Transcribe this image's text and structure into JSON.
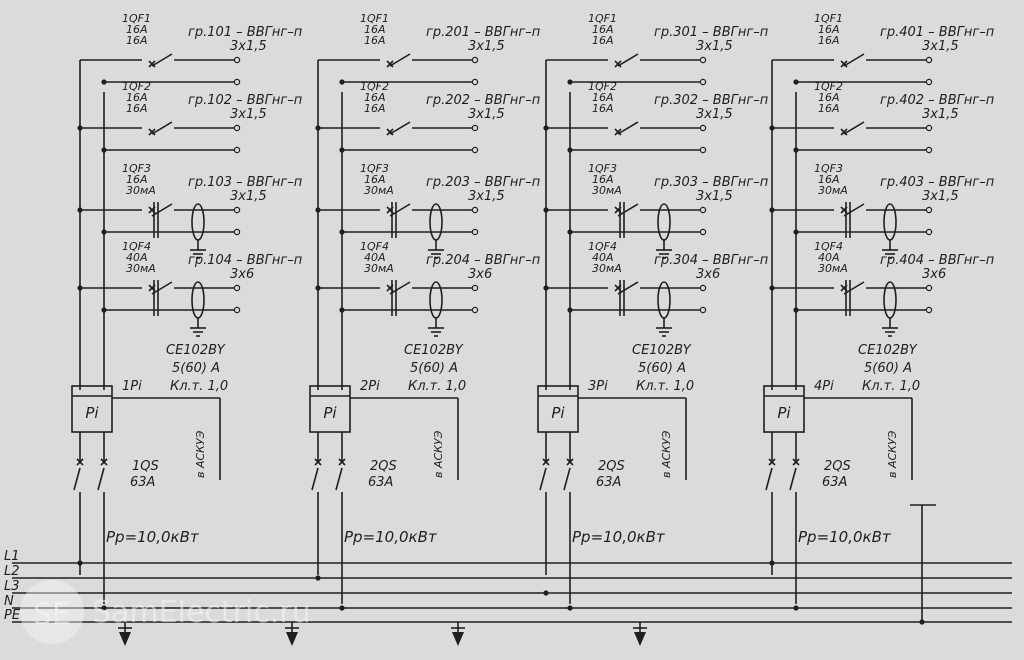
{
  "buses": [
    "L1",
    "L2",
    "L3",
    "N",
    "PE"
  ],
  "watermark": {
    "logo": "SE",
    "text": "SamElectric.ru"
  },
  "panels": [
    {
      "id": "1",
      "meter": {
        "model": "CE102BY",
        "rating": "5(60) A",
        "label": "1Pi",
        "class": "Кл.т. 1,0",
        "symbol": "Pi",
        "askue": "в АСКУЭ"
      },
      "main_switch": {
        "id": "1QS",
        "rating": "63A"
      },
      "power": "Рр=10,0кВт",
      "groups": [
        {
          "device": "1QF1",
          "r1": "16A",
          "r2": "16A",
          "label": "гр.101 – ВВГнг–п",
          "cable": "3х1,5"
        },
        {
          "device": "1QF2",
          "r1": "16A",
          "r2": "16A",
          "label": "гр.102 – ВВГнг–п",
          "cable": "3х1,5"
        },
        {
          "device": "1QF3",
          "r1": "16A",
          "r2": "30мА",
          "label": "гр.103 – ВВГнг–п",
          "cable": "3х1,5"
        },
        {
          "device": "1QF4",
          "r1": "40A",
          "r2": "30мА",
          "label": "гр.104 – ВВГнг–п",
          "cable": "3х6"
        }
      ]
    },
    {
      "id": "2",
      "meter": {
        "model": "CE102BY",
        "rating": "5(60) A",
        "label": "2Pi",
        "class": "Кл.т. 1,0",
        "symbol": "Pi",
        "askue": "в АСКУЭ"
      },
      "main_switch": {
        "id": "2QS",
        "rating": "63A"
      },
      "power": "Рр=10,0кВт",
      "groups": [
        {
          "device": "1QF1",
          "r1": "16A",
          "r2": "16A",
          "label": "гр.201 – ВВГнг–п",
          "cable": "3х1,5"
        },
        {
          "device": "1QF2",
          "r1": "16A",
          "r2": "16A",
          "label": "гр.202 – ВВГнг–п",
          "cable": "3х1,5"
        },
        {
          "device": "1QF3",
          "r1": "16A",
          "r2": "30мА",
          "label": "гр.203 – ВВГнг–п",
          "cable": "3х1,5"
        },
        {
          "device": "1QF4",
          "r1": "40A",
          "r2": "30мА",
          "label": "гр.204 – ВВГнг–п",
          "cable": "3х6"
        }
      ]
    },
    {
      "id": "3",
      "meter": {
        "model": "CE102BY",
        "rating": "5(60) A",
        "label": "3Pi",
        "class": "Кл.т. 1,0",
        "symbol": "Pi",
        "askue": "в АСКУЭ"
      },
      "main_switch": {
        "id": "2QS",
        "rating": "63A"
      },
      "power": "Рр=10,0кВт",
      "groups": [
        {
          "device": "1QF1",
          "r1": "16A",
          "r2": "16A",
          "label": "гр.301 – ВВГнг–п",
          "cable": "3х1,5"
        },
        {
          "device": "1QF2",
          "r1": "16A",
          "r2": "16A",
          "label": "гр.302 – ВВГнг–п",
          "cable": "3х1,5"
        },
        {
          "device": "1QF3",
          "r1": "16A",
          "r2": "30мА",
          "label": "гр.303 – ВВГнг–п",
          "cable": "3х1,5"
        },
        {
          "device": "1QF4",
          "r1": "40A",
          "r2": "30мА",
          "label": "гр.304 – ВВГнг–п",
          "cable": "3х6"
        }
      ]
    },
    {
      "id": "4",
      "meter": {
        "model": "CE102BY",
        "rating": "5(60) A",
        "label": "4Pi",
        "class": "Кл.т. 1,0",
        "symbol": "Pi",
        "askue": "в АСКУЭ"
      },
      "main_switch": {
        "id": "2QS",
        "rating": "63A"
      },
      "power": "Рр=10,0кВт",
      "groups": [
        {
          "device": "1QF1",
          "r1": "16A",
          "r2": "16A",
          "label": "гр.401 – ВВГнг–п",
          "cable": "3х1,5"
        },
        {
          "device": "1QF2",
          "r1": "16A",
          "r2": "16A",
          "label": "гр.402 – ВВГнг–п",
          "cable": "3х1,5"
        },
        {
          "device": "1QF3",
          "r1": "16A",
          "r2": "30мА",
          "label": "гр.403 – ВВГнг–п",
          "cable": "3х1,5"
        },
        {
          "device": "1QF4",
          "r1": "40A",
          "r2": "30мА",
          "label": "гр.404 – ВВГнг–п",
          "cable": "3х6"
        }
      ]
    }
  ]
}
